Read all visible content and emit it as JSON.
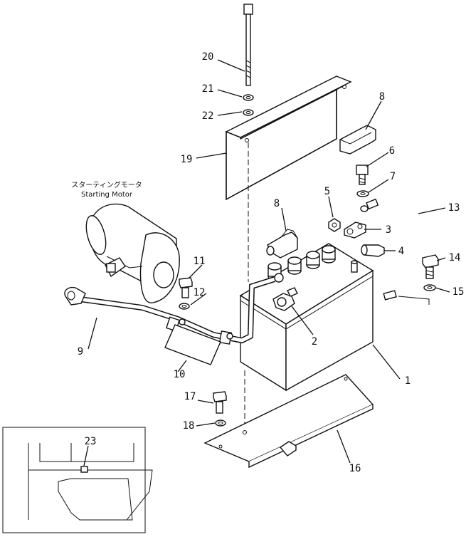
{
  "caption": {
    "japanese": "スターティングモータ",
    "english": "Starting Motor"
  },
  "callouts": {
    "c1": "1",
    "c2": "2",
    "c3": "3",
    "c4": "4",
    "c5": "5",
    "c6": "6",
    "c7": "7",
    "c8a": "8",
    "c8b": "8",
    "c9": "9",
    "c10": "10",
    "c11": "11",
    "c12": "12",
    "c13": "13",
    "c14": "14",
    "c15": "15",
    "c16": "16",
    "c17": "17",
    "c18": "18",
    "c19": "19",
    "c20": "20",
    "c21": "21",
    "c22": "22",
    "c23": "23"
  }
}
